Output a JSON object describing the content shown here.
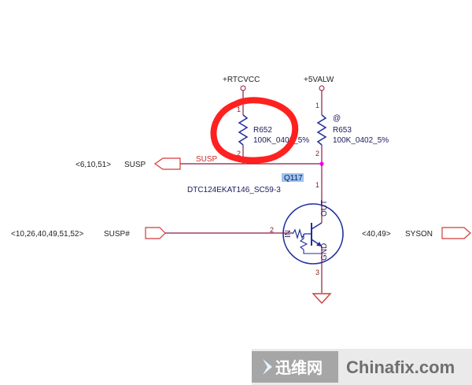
{
  "rails": {
    "rtc": "+RTCVCC",
    "valw": "+5VALW"
  },
  "r652": {
    "ref": "R652",
    "value": "100K_0402_5%",
    "pin1": "1",
    "pin2": "2"
  },
  "r653": {
    "ref": "R653",
    "value": "100K_0402_5%",
    "pin1": "1",
    "pin2": "2",
    "marker": "@"
  },
  "q117": {
    "ref": "Q117",
    "part": "DTC124EKAT146_SC59-3",
    "pin1": "1",
    "pin2": "2",
    "pin3": "3",
    "out_label": "OUT",
    "in_label": "IN",
    "gnd_label": "GND"
  },
  "nets": {
    "susp_wire": "SUSP",
    "susp_out": "SUSP",
    "susp_out_refs": "<6,10,51>",
    "susp_n": "SUSP#",
    "susp_n_refs": "<10,26,40,49,51,52>",
    "syson": "SYSON",
    "syson_refs": "<40,49>"
  },
  "watermark": {
    "brand_cn": "迅维网",
    "brand_en": "Chinafix.com"
  },
  "colors": {
    "wire": "#8b1a4a",
    "component": "#1f2f9a",
    "annotation": "#ff2020",
    "highlight": "#9cc4ee",
    "junction": "#ff00ff"
  }
}
